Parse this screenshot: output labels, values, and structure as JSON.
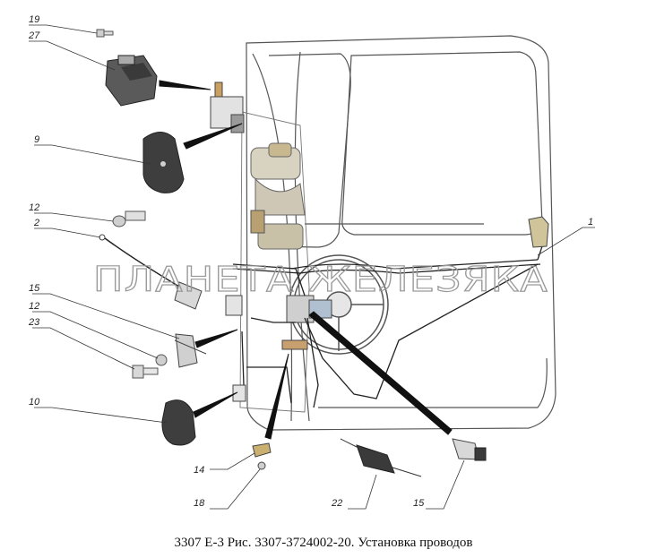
{
  "caption": "3307 Е-3 Рис. 3307-3724002-20. Установка проводов",
  "watermark": "ПЛАНЕТА ЖЕЛЕЗЯКА",
  "callouts": {
    "c19": "19",
    "c27": "27",
    "c9": "9",
    "c12a": "12",
    "c2": "2",
    "c15a": "15",
    "c12b": "12",
    "c23": "23",
    "c10": "10",
    "c14": "14",
    "c18": "18",
    "c22": "22",
    "c15b": "15",
    "c1": "1"
  }
}
